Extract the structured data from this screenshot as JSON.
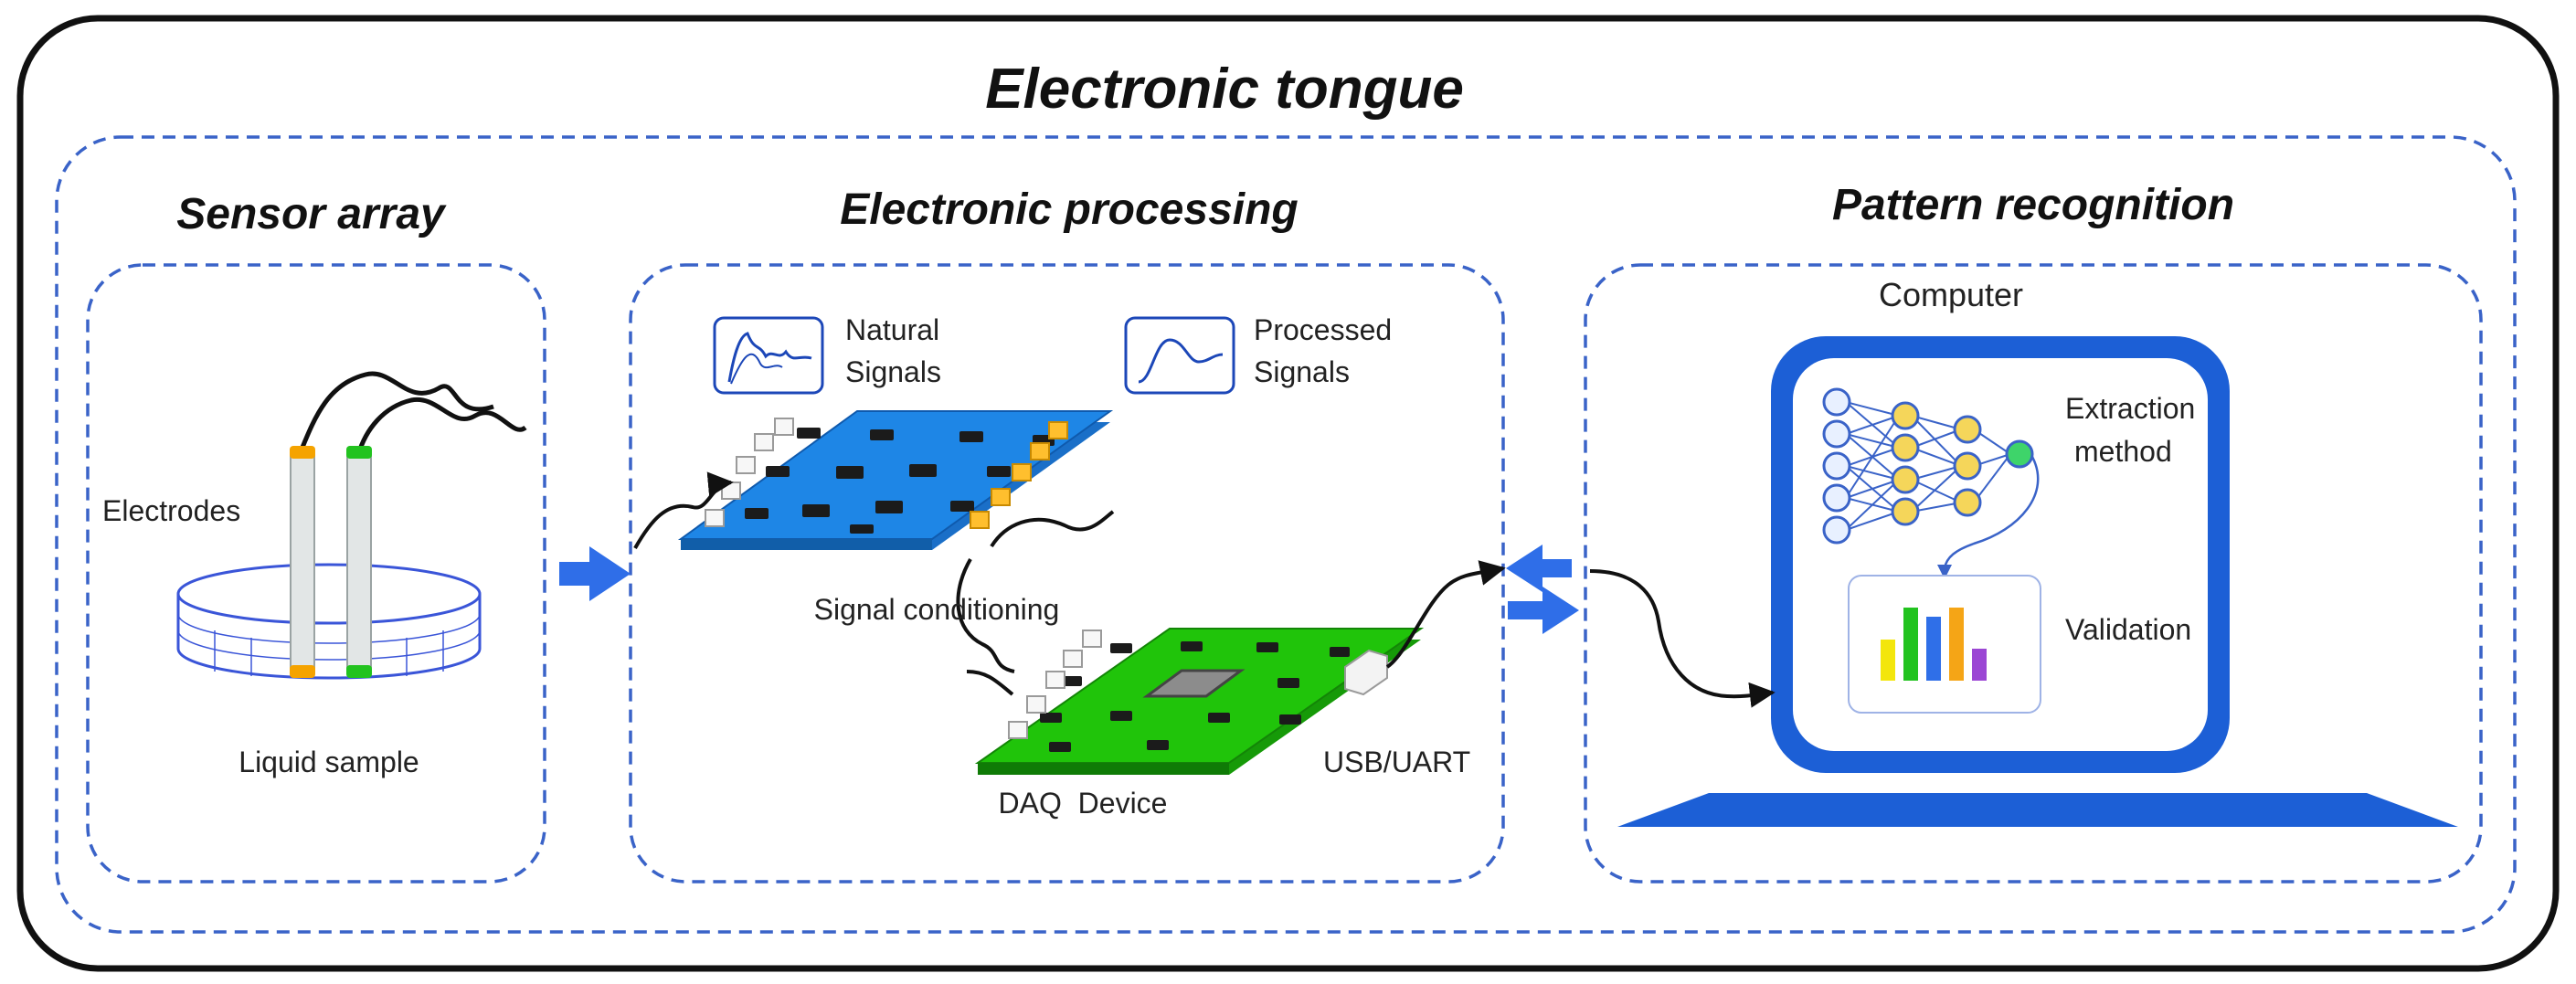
{
  "diagram": {
    "title": "Electronic tongue",
    "sections": {
      "sensor": {
        "title": "Sensor array",
        "electrodes_label": "Electrodes",
        "sample_label": "Liquid sample"
      },
      "processing": {
        "title": "Electronic processing",
        "natural_signals": "Natural\nSignals",
        "processed_signals": "Processed\nSignals",
        "signal_conditioning": "Signal conditioning",
        "daq_device": "DAQ  Device",
        "usb_uart": "USB/UART"
      },
      "pattern": {
        "title": "Pattern recognition",
        "computer": "Computer",
        "extraction": "Extraction\nmethod",
        "validation": "Validation"
      }
    },
    "colors": {
      "dash": "#3a63c8",
      "arrow": "#2f6ee8",
      "board_blue": "#1e86e6",
      "board_green": "#20c40a",
      "chip": "#ffbf2e",
      "monitor": "#1c5fd6",
      "node_yellow": "#f5d65a",
      "node_green": "#3ed46a",
      "bars": [
        "#f3e60c",
        "#22c31f",
        "#2f6fe8",
        "#f5a516",
        "#9b46d4"
      ]
    },
    "icons": [
      "natural-signal-icon",
      "processed-signal-icon",
      "neural-network-icon",
      "bar-chart-icon"
    ]
  }
}
